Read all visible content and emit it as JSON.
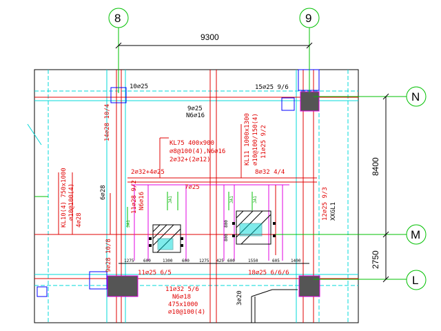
{
  "axes": {
    "top": [
      {
        "label": "8"
      },
      {
        "label": "9"
      }
    ],
    "right": [
      {
        "label": "N"
      },
      {
        "label": "M"
      },
      {
        "label": "L"
      }
    ]
  },
  "dimensions": {
    "top": "9300",
    "right_upper": "8400",
    "right_lower": "2750",
    "bottom_chain": [
      "1275",
      "600",
      "1300",
      "600",
      "1275",
      "425",
      "600",
      "1550",
      "605",
      "1400"
    ]
  },
  "annotations": {
    "top_left_beam": "10⌀25",
    "top_right_beam": "15⌀25 9/6",
    "mid_top_1": "9⌀25",
    "mid_top_2": "N6⌀16",
    "left_col_vertical": "14⌀28 10/4",
    "kl75_1": "KL75  400x900",
    "kl75_2": "⌀8@100(4),N6⌀16",
    "kl75_3": "2⌀32+(2⌀12)",
    "kl11_1": "KL11  1000x1300",
    "kl11_2": "⌀10@100/150(4)",
    "kl11_3": "11⌀25 9/2",
    "beam_2x32": "2⌀32+4⌀25",
    "beam_8x32": "8⌀32 4/4",
    "kl10_1": "KL10(4) 750x1000",
    "kl10_2": "⌀10@100(4)",
    "kl10_3": "4⌀28",
    "six28": "6⌀28",
    "mid_11x28": "11⌀28 9/2",
    "mid_n6": "N6⌀16",
    "seven25": "7⌀25",
    "right_12x25": "12⌀25 9/3",
    "right_xxgl": "XXGL1",
    "left_lower_vertical": "9⌀28 10/8",
    "bot_left_beam": "11⌀25 6/5",
    "bot_right_beam": "18⌀25 6/6/6",
    "bot_1": "11⌀32 5/6",
    "bot_2": "N6⌀18",
    "bot_3": "475x1000",
    "bot_4": "⌀10@100(4)",
    "bot_3420": "3⌀20",
    "green_1": "JA1",
    "green_2": "JA1",
    "green_3": "JA1",
    "green_4": "JA1",
    "pile_1": "800",
    "pile_2": "800"
  },
  "colors": {
    "red": "#e00000",
    "cyan": "#00d8d8",
    "green": "#00c000",
    "magenta": "#e000e0",
    "blue": "#0000ff",
    "column_fill": "#555555"
  }
}
